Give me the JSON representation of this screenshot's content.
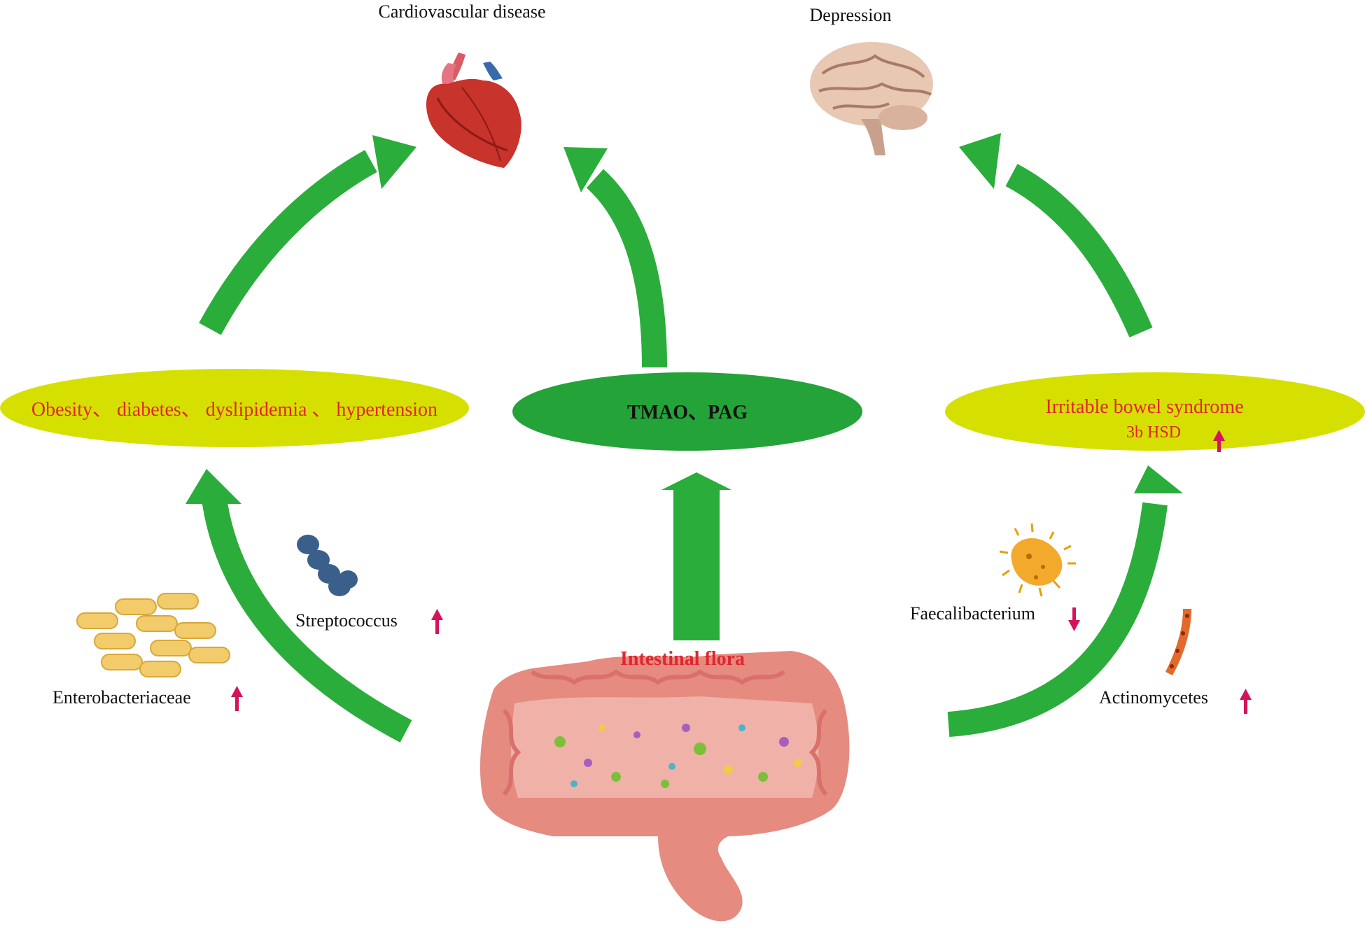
{
  "colors": {
    "arrow_green": "#2aad3a",
    "ellipse_yellow": "#d6e000",
    "ellipse_green": "#24a338",
    "red_text": "#e0262e",
    "up_arrow": "#d4145a",
    "heart": "#c8332b",
    "brain": "#e8c7b3",
    "bowel": "#e58b80"
  },
  "diagram": {
    "top_left_label": "Cardiovascular disease",
    "top_right_label": "Depression",
    "left_ellipse_text": "Obesity、 diabetes、 dyslipidemia 、 hypertension",
    "center_ellipse_text": "TMAO、PAG",
    "right_ellipse_line1": "Irritable bowel syndrome",
    "right_ellipse_line2": "3b HSD",
    "intestinal_label": "Intestinal flora",
    "bacteria": {
      "enterobacteriaceae": "Enterobacteriaceae",
      "streptococcus": "Streptococcus",
      "faecalibacterium": "Faecalibacterium",
      "actinomycetes": "Actinomycetes"
    }
  }
}
